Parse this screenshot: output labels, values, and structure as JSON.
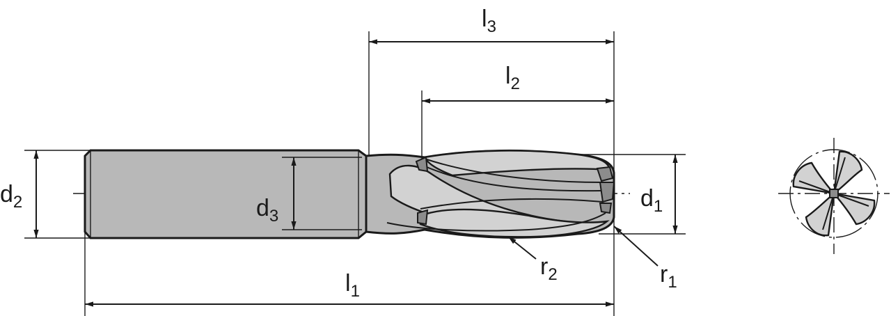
{
  "dimensions": {
    "l1": {
      "main": "l",
      "sub": "1"
    },
    "l2": {
      "main": "l",
      "sub": "2"
    },
    "l3": {
      "main": "l",
      "sub": "3"
    },
    "d1": {
      "main": "d",
      "sub": "1"
    },
    "d2": {
      "main": "d",
      "sub": "2"
    },
    "d3": {
      "main": "d",
      "sub": "3"
    },
    "r1": {
      "main": "r",
      "sub": "1"
    },
    "r2": {
      "main": "r",
      "sub": "2"
    }
  },
  "colors": {
    "line": "#1a1a1a",
    "shank_fill": "#b8b8b8",
    "flute_fill": "#d2d2d2"
  }
}
